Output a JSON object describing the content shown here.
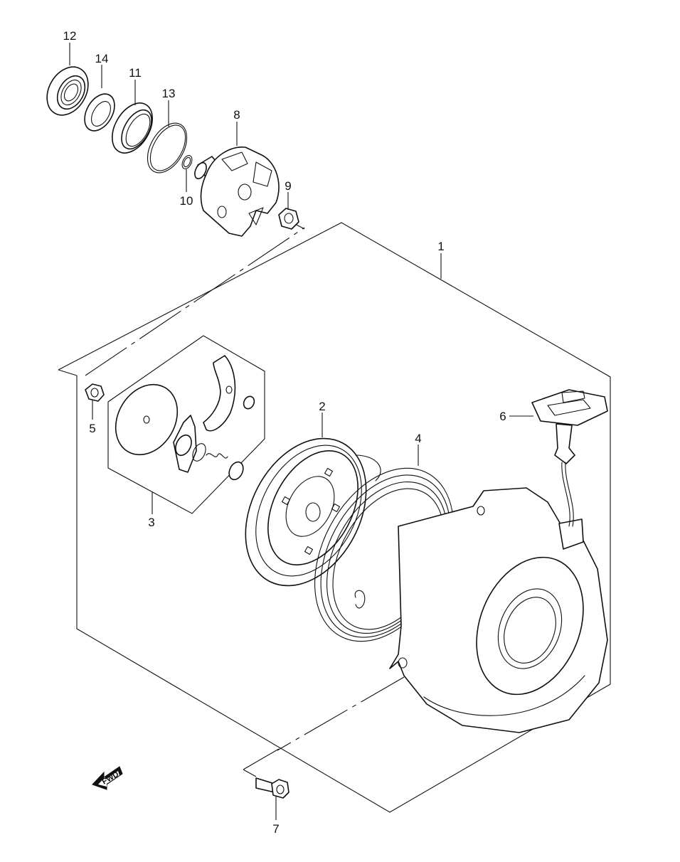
{
  "callouts": [
    {
      "id": "1",
      "label": "1"
    },
    {
      "id": "2",
      "label": "2"
    },
    {
      "id": "3",
      "label": "3"
    },
    {
      "id": "4",
      "label": "4"
    },
    {
      "id": "5",
      "label": "5"
    },
    {
      "id": "6",
      "label": "6"
    },
    {
      "id": "7",
      "label": "7"
    },
    {
      "id": "8",
      "label": "8"
    },
    {
      "id": "9",
      "label": "9"
    },
    {
      "id": "10",
      "label": "10"
    },
    {
      "id": "11",
      "label": "11"
    },
    {
      "id": "12",
      "label": "12"
    },
    {
      "id": "13",
      "label": "13"
    },
    {
      "id": "14",
      "label": "14"
    }
  ],
  "fwd_badge": {
    "label": "FWD"
  }
}
